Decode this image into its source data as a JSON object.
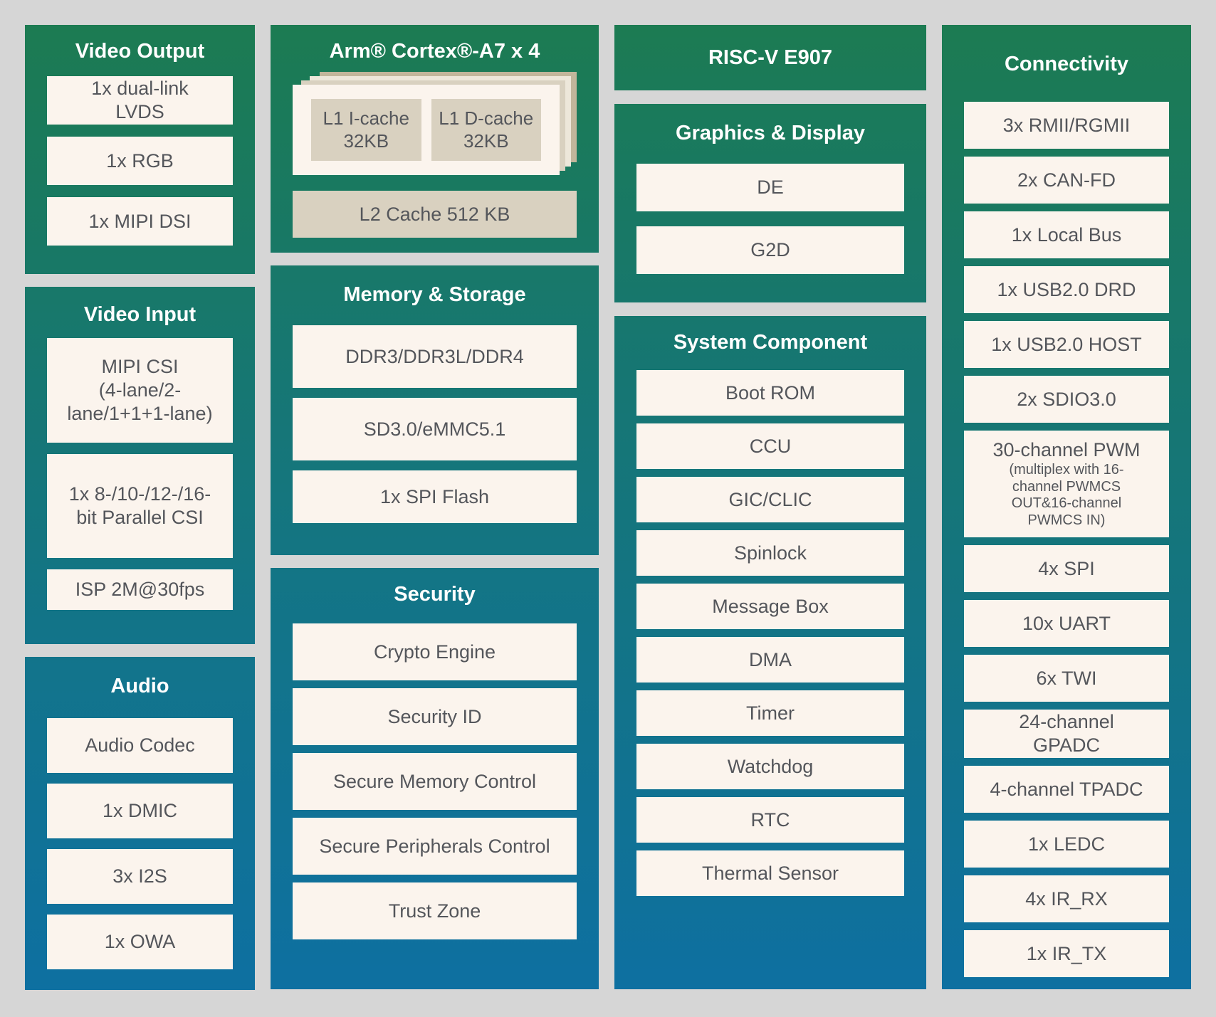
{
  "page": {
    "background": "#D6D6D6"
  },
  "palette": {
    "green_top": "#1C7B52",
    "teal_mid": "#147580",
    "blue_bottom": "#0E70A1",
    "box_bg": "#FBF4ED",
    "tan_box_bg": "#D9D1C0",
    "card_back_tan": "#C2B69B",
    "card_back_light": "#EDE7DA",
    "box_text": "#54565B",
    "title_text": "#FFFFFF"
  },
  "blocks": {
    "video_output": {
      "title": "Video Output",
      "items": [
        "1x dual-link\nLVDS",
        "1x RGB",
        "1x MIPI DSI"
      ]
    },
    "video_input": {
      "title": "Video Input",
      "items": [
        "MIPI CSI\n(4-lane/2-\nlane/1+1+1-lane)",
        "1x 8-/10-/12-/16-\nbit Parallel CSI",
        "ISP 2M@30fps"
      ]
    },
    "audio": {
      "title": "Audio",
      "items": [
        "Audio Codec",
        "1x DMIC",
        "3x I2S",
        "1x OWA"
      ]
    },
    "cpu": {
      "title": "Arm® Cortex®-A7 x 4",
      "caches": [
        "L1 I-cache\n32KB",
        "L1 D-cache\n32KB"
      ],
      "l2": "L2 Cache 512 KB"
    },
    "memory": {
      "title": "Memory & Storage",
      "items": [
        "DDR3/DDR3L/DDR4",
        "SD3.0/eMMC5.1",
        "1x SPI Flash"
      ]
    },
    "security": {
      "title": "Security",
      "items": [
        "Crypto Engine",
        "Security ID",
        "Secure Memory Control",
        "Secure Peripherals Control",
        "Trust Zone"
      ]
    },
    "riscv": {
      "title": "RISC-V E907"
    },
    "graphics": {
      "title": "Graphics & Display",
      "items": [
        "DE",
        "G2D"
      ]
    },
    "system": {
      "title": "System Component",
      "items": [
        "Boot ROM",
        "CCU",
        "GIC/CLIC",
        "Spinlock",
        "Message Box",
        "DMA",
        "Timer",
        "Watchdog",
        "RTC",
        "Thermal Sensor"
      ]
    },
    "connectivity": {
      "title": "Connectivity",
      "items": [
        "3x RMII/RGMII",
        "2x CAN-FD",
        "1x Local Bus",
        "1x USB2.0 DRD",
        "1x USB2.0 HOST",
        "2x SDIO3.0"
      ],
      "pwm": {
        "label": "30-channel PWM",
        "note": "(multiplex with 16-\nchannel PWMCS\nOUT&16-channel\nPWMCS IN)"
      },
      "items2": [
        "4x SPI",
        "10x UART",
        "6x TWI",
        "24-channel\nGPADC",
        "4-channel TPADC",
        "1x LEDC",
        "4x IR_RX",
        "1x IR_TX"
      ]
    }
  }
}
